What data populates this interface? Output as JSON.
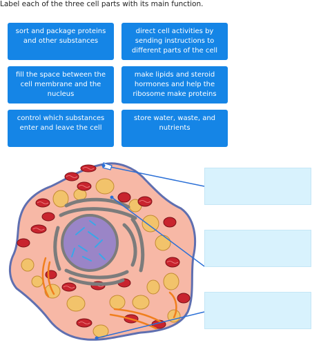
{
  "instruction": "Label each of the three cell parts with its main function.",
  "answer_tiles": [
    "sort and package proteins and other substances",
    "direct cell activities by sending instructions to different parts of the cell",
    "fill the space between the cell membrane and the nucleus",
    "make lipids and steroid hormones and help the ribosome make proteins",
    "control which substances enter and leave the cell",
    "store water, waste, and nutrients"
  ],
  "drop_targets": [
    "",
    "",
    ""
  ],
  "colors": {
    "tile": "#1585e6",
    "drop_zone": "#d8f2fd",
    "pointer_line": "#2a6fd6",
    "cytoplasm": "#f7b8a6",
    "membrane": "#5f6fb0",
    "nucleus": "#9a85c7",
    "mitochondria": "#c8242e",
    "vacuole": "#f2c36b",
    "golgi": "#7c7c7c"
  }
}
